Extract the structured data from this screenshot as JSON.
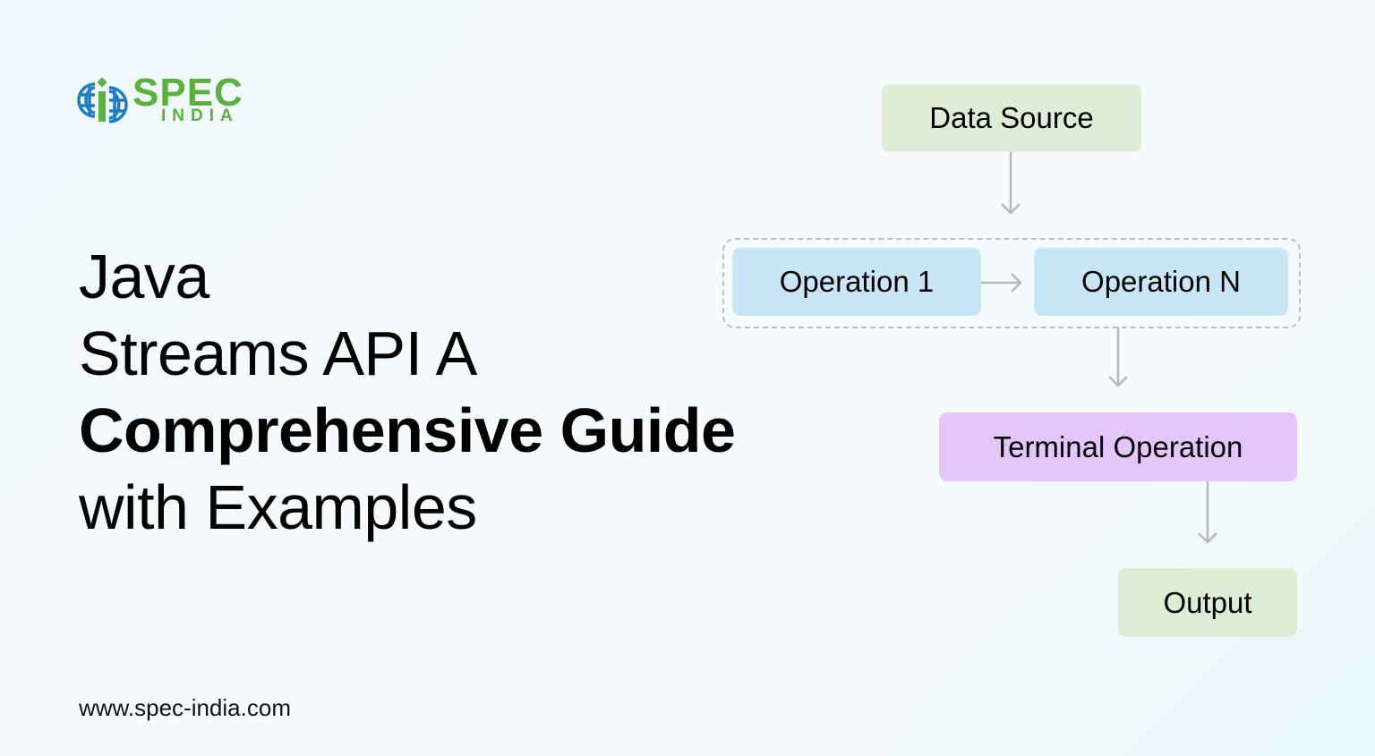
{
  "brand": {
    "name_top": "SPEC",
    "name_bottom": "INDIA",
    "logo_icon": "globe-i-icon",
    "colors": {
      "green": "#5ab13b",
      "blue": "#1d7ec8"
    }
  },
  "title": {
    "line1": "Java",
    "line2": "Streams API A",
    "line3": "Comprehensive Guide",
    "line4": "with Examples"
  },
  "footer": {
    "url": "www.spec-india.com"
  },
  "diagram": {
    "nodes": [
      {
        "id": "data-source",
        "label": "Data Source",
        "color": "#deeed6"
      },
      {
        "id": "operation-1",
        "label": "Operation 1",
        "color": "#c8e6f5"
      },
      {
        "id": "operation-n",
        "label": "Operation N",
        "color": "#c8e6f5"
      },
      {
        "id": "terminal-operation",
        "label": "Terminal Operation",
        "color": "#e5c6fb"
      },
      {
        "id": "output",
        "label": "Output",
        "color": "#deeed6"
      }
    ],
    "edges": [
      {
        "from": "data-source",
        "to": "intermediate-group"
      },
      {
        "from": "operation-1",
        "to": "operation-n"
      },
      {
        "from": "intermediate-group",
        "to": "terminal-operation"
      },
      {
        "from": "terminal-operation",
        "to": "output"
      }
    ],
    "group": {
      "id": "intermediate-group",
      "members": [
        "operation-1",
        "operation-n"
      ],
      "style": "dashed"
    },
    "arrow_color": "#b5b8bb"
  }
}
